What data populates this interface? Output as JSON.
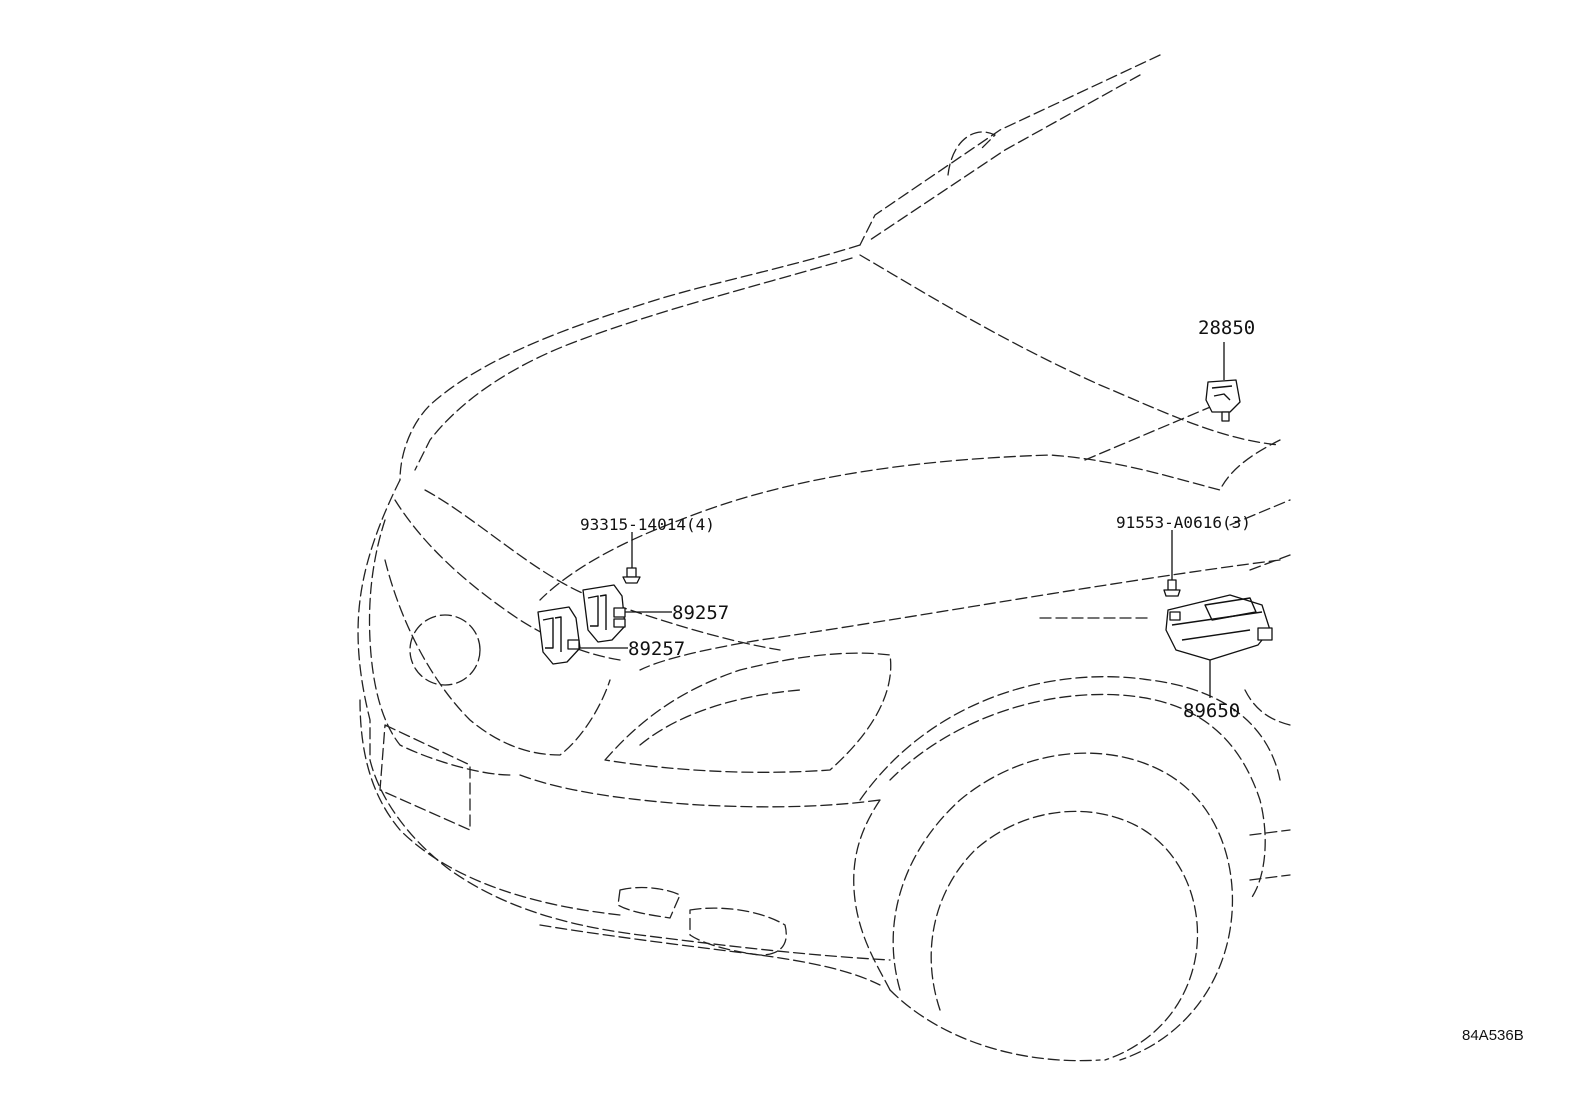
{
  "diagram": {
    "callouts": {
      "sensor_28850": "28850",
      "bolt_91553": "91553-A0616(3)",
      "bolt_93315": "93315-14014(4)",
      "horn_upper": "89257",
      "horn_lower": "89257",
      "module_89650": "89650"
    },
    "reference_code": "84A536B"
  }
}
